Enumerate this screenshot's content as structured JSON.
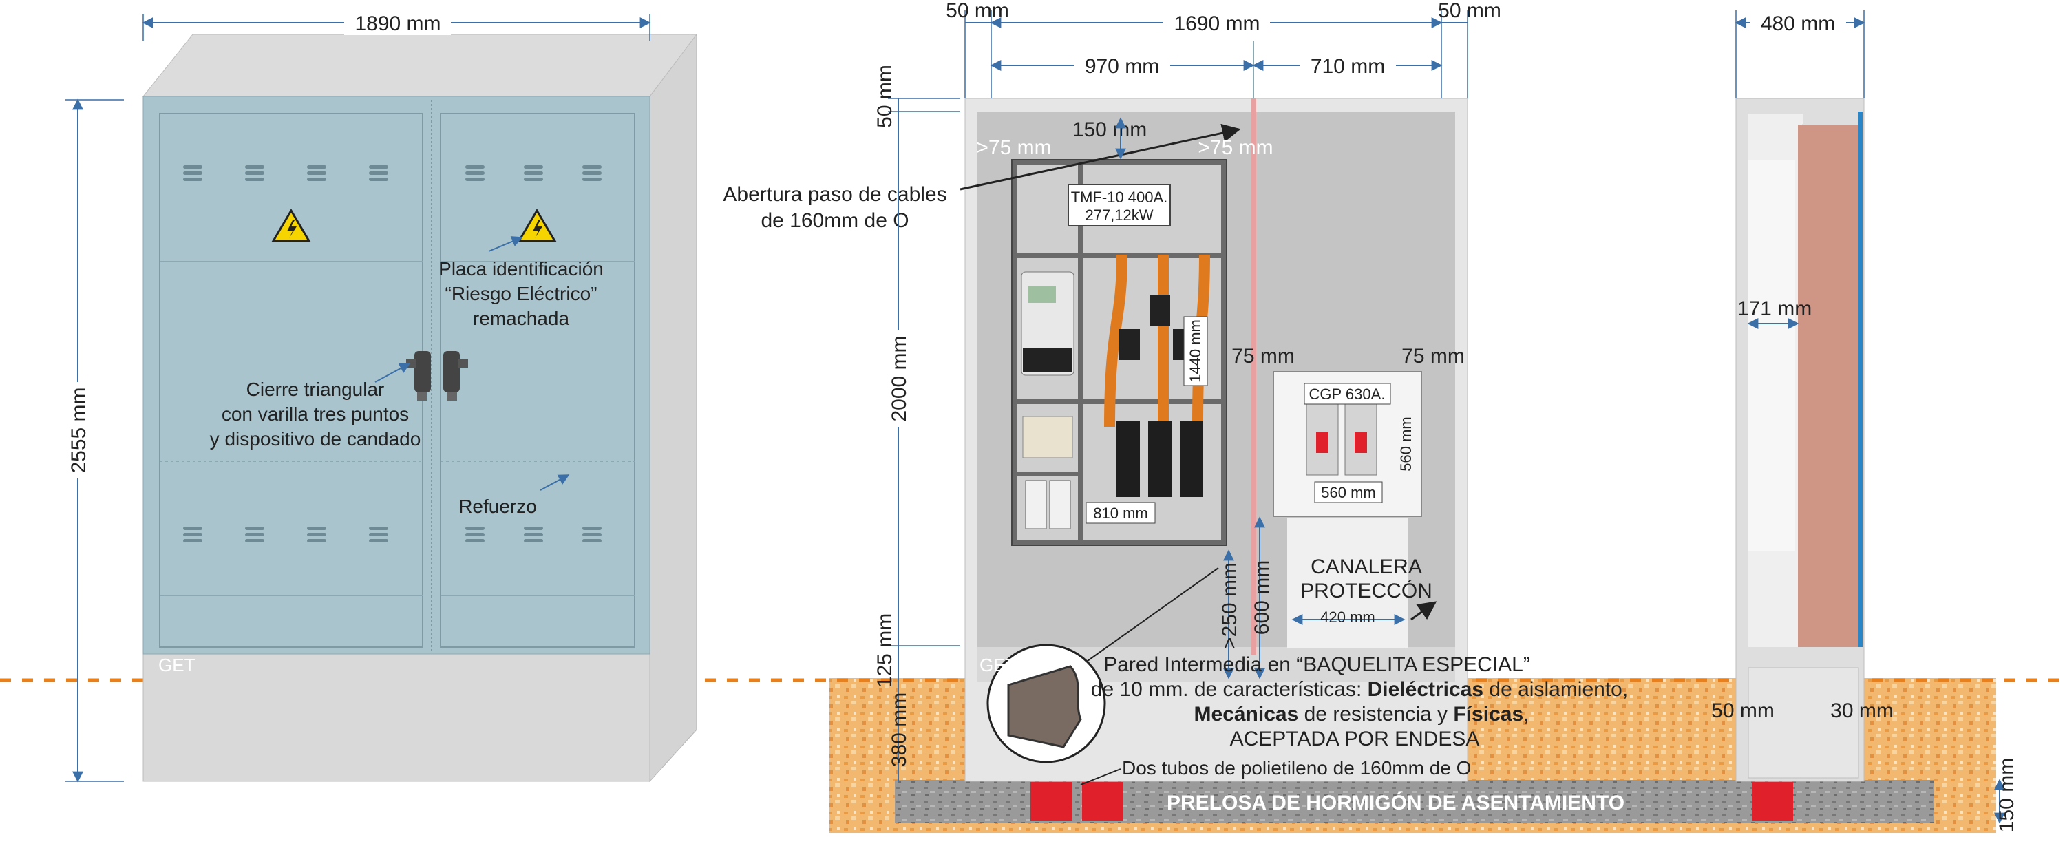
{
  "front_view": {
    "width_dim": "1890 mm",
    "height_dim": "2555 mm",
    "brand_text": "GET",
    "label_placa_1": "Placa identificación",
    "label_placa_2": "“Riesgo Eléctrico”",
    "label_placa_3": "remachada",
    "label_cierre_1": "Cierre triangular",
    "label_cierre_2": "con varilla tres puntos",
    "label_cierre_3": "y dispositivo de candado",
    "label_refuerzo": "Refuerzo"
  },
  "interior_view": {
    "dim_left_margin": "50 mm",
    "dim_total_width": "1690 mm",
    "dim_right_margin": "50 mm",
    "dim_left_section": "970 mm",
    "dim_right_section": "710 mm",
    "dim_top": "50 mm",
    "dim_cable_gap": "150 mm",
    "dim_gap_left": ">75 mm",
    "dim_gap_right": ">75 mm",
    "dim_height_2000": "2000 mm",
    "dim_bottom_125": "125 mm",
    "dim_base_380": "380 mm",
    "dim_1440": "1440 mm",
    "dim_810": "810 mm",
    "dim_250": ">250 mm",
    "dim_600": "600 mm",
    "dim_75_left": "75 mm",
    "dim_75_right": "75 mm",
    "dim_560_h": "560 mm",
    "dim_560_w": "560 mm",
    "dim_420": "420 mm",
    "label_abertura_1": "Abertura paso de cables",
    "label_abertura_2": "de 160mm de O",
    "label_tmf_1": "TMF-10 400A.",
    "label_tmf_2": "277,12kW",
    "label_cgp": "CGP 630A.",
    "label_canalera_1": "CANALERA",
    "label_canalera_2": "PROTECCÓN",
    "brand_text": "GET",
    "pared_1": "Pared Intermedia en “BAQUELITA ESPECIAL”",
    "pared_2a": "de 10 mm. de características: ",
    "pared_2b": "Dieléctricas",
    "pared_2c": " de aislamiento,",
    "pared_3a": "Mecánicas",
    "pared_3b": " de resistencia y ",
    "pared_3c": "Físicas",
    "pared_3d": ",",
    "pared_4": "ACEPTADA POR ENDESA",
    "label_tubos": "Dos tubos de polietileno de 160mm de O",
    "label_prelosa": "PRELOSA DE HORMIGÓN DE ASENTAMIENTO"
  },
  "side_view": {
    "dim_depth": "480 mm",
    "dim_171": "171 mm",
    "dim_50": "50 mm",
    "dim_30": "30 mm",
    "dim_150": "150 mm"
  },
  "colors": {
    "cabinet_blue": "#a9c4cd",
    "cabinet_gray": "#d9d9d9",
    "ground_orange": "#f2b870",
    "ground_line": "#e8801e",
    "tube_red": "#e0202a",
    "busbar_orange": "#e07a1f",
    "side_panel": "#cf9585",
    "side_blue": "#2b86c8"
  }
}
